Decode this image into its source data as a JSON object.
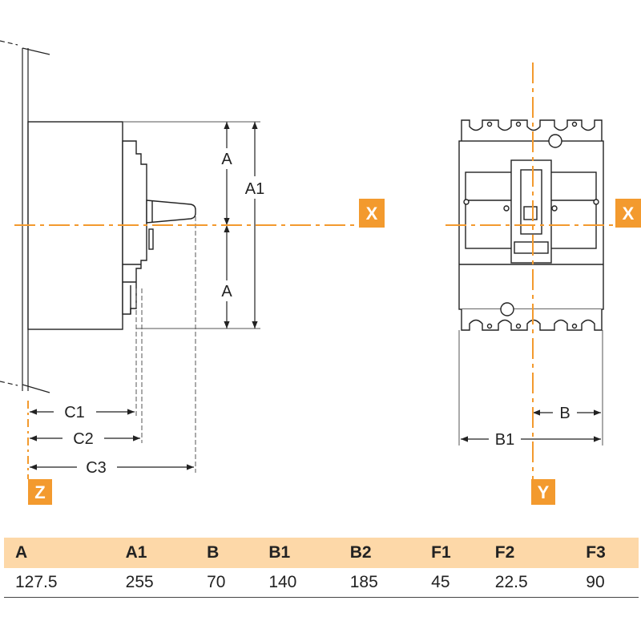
{
  "drawing": {
    "side_view": {
      "dimension_labels": {
        "a_top": "A",
        "a_bottom": "A",
        "a1": "A1",
        "c1": "C1",
        "c2": "C2",
        "c3": "C3"
      },
      "axis_tags": {
        "x": "X",
        "z": "Z"
      }
    },
    "front_view": {
      "dimension_labels": {
        "b": "B",
        "b1": "B1"
      },
      "axis_tags": {
        "x": "X",
        "y": "Y"
      }
    }
  },
  "table": {
    "headers": [
      "A",
      "A1",
      "B",
      "B1",
      "B2",
      "F1",
      "F2",
      "F3"
    ],
    "values": [
      "127.5",
      "255",
      "70",
      "140",
      "185",
      "45",
      "22.5",
      "90"
    ]
  },
  "colors": {
    "accent": "#f39a2e",
    "header_bg": "#fdd8a8",
    "line": "#222222"
  },
  "icons": {
    "axis_marker": "orange-square-tag",
    "arrow": "filled-arrowhead"
  }
}
